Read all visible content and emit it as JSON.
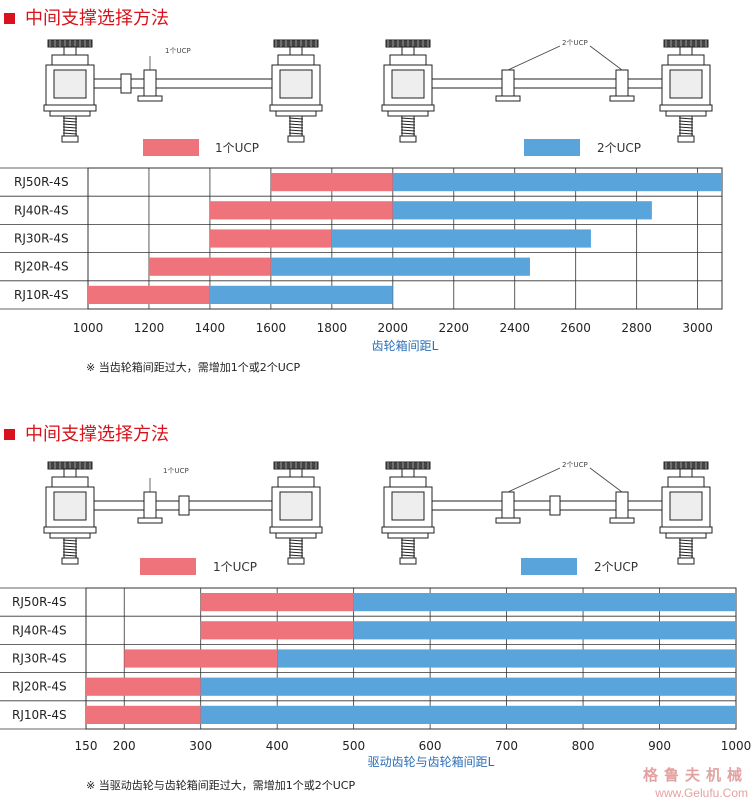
{
  "sections": [
    {
      "title": "中间支撑选择方法",
      "diagram": {
        "left_callout": "1个UCP",
        "right_callout": "2个UCP"
      },
      "legend": [
        {
          "label": "1个UCP",
          "color": "#ee737a"
        },
        {
          "label": "2个UCP",
          "color": "#5aa4dc"
        }
      ],
      "note": "※  当齿轮箱间距过大，需增加1个或2个UCP"
    },
    {
      "title": "中间支撑选择方法",
      "diagram": {
        "left_callout": "1个UCP",
        "right_callout": "2个UCP"
      },
      "legend": [
        {
          "label": "1个UCP",
          "color": "#ee737a"
        },
        {
          "label": "2个UCP",
          "color": "#5aa4dc"
        }
      ],
      "note": "※  当驱动齿轮与齿轮箱间距过大，需增加1个或2个UCP"
    }
  ],
  "chart_data": [
    {
      "type": "bar",
      "orientation": "horizontal-range",
      "xlabel": "齿轮箱间距L",
      "x_ticks": [
        1000,
        1200,
        1400,
        1600,
        1800,
        2000,
        2200,
        2400,
        2600,
        2800,
        3000
      ],
      "xlim": [
        1000,
        3080
      ],
      "grid": true,
      "categories": [
        "RJ50R-4S",
        "RJ40R-4S",
        "RJ30R-4S",
        "RJ20R-4S",
        "RJ10R-4S"
      ],
      "series": [
        {
          "name": "1个UCP",
          "color": "#ee737a",
          "ranges": [
            [
              1600,
              2000
            ],
            [
              1400,
              2000
            ],
            [
              1400,
              1800
            ],
            [
              1200,
              1600
            ],
            [
              1000,
              1400
            ]
          ]
        },
        {
          "name": "2个UCP",
          "color": "#5aa4dc",
          "ranges": [
            [
              2000,
              3080
            ],
            [
              2000,
              2850
            ],
            [
              1800,
              2650
            ],
            [
              1600,
              2450
            ],
            [
              1400,
              2000
            ]
          ]
        }
      ]
    },
    {
      "type": "bar",
      "orientation": "horizontal-range",
      "xlabel": "驱动齿轮与齿轮箱间距L",
      "x_ticks": [
        150,
        200,
        300,
        400,
        500,
        600,
        700,
        800,
        900,
        1000
      ],
      "xlim": [
        150,
        1000
      ],
      "grid": true,
      "categories": [
        "RJ50R-4S",
        "RJ40R-4S",
        "RJ30R-4S",
        "RJ20R-4S",
        "RJ10R-4S"
      ],
      "series": [
        {
          "name": "1个UCP",
          "color": "#ee737a",
          "ranges": [
            [
              300,
              500
            ],
            [
              300,
              500
            ],
            [
              200,
              400
            ],
            [
              150,
              300
            ],
            [
              150,
              300
            ]
          ]
        },
        {
          "name": "2个UCP",
          "color": "#5aa4dc",
          "ranges": [
            [
              500,
              1000
            ],
            [
              500,
              1000
            ],
            [
              400,
              1000
            ],
            [
              300,
              1000
            ],
            [
              300,
              1000
            ]
          ]
        }
      ]
    }
  ],
  "watermark": {
    "brand": "格鲁夫机械",
    "url": "www.Gelufu.Com"
  }
}
